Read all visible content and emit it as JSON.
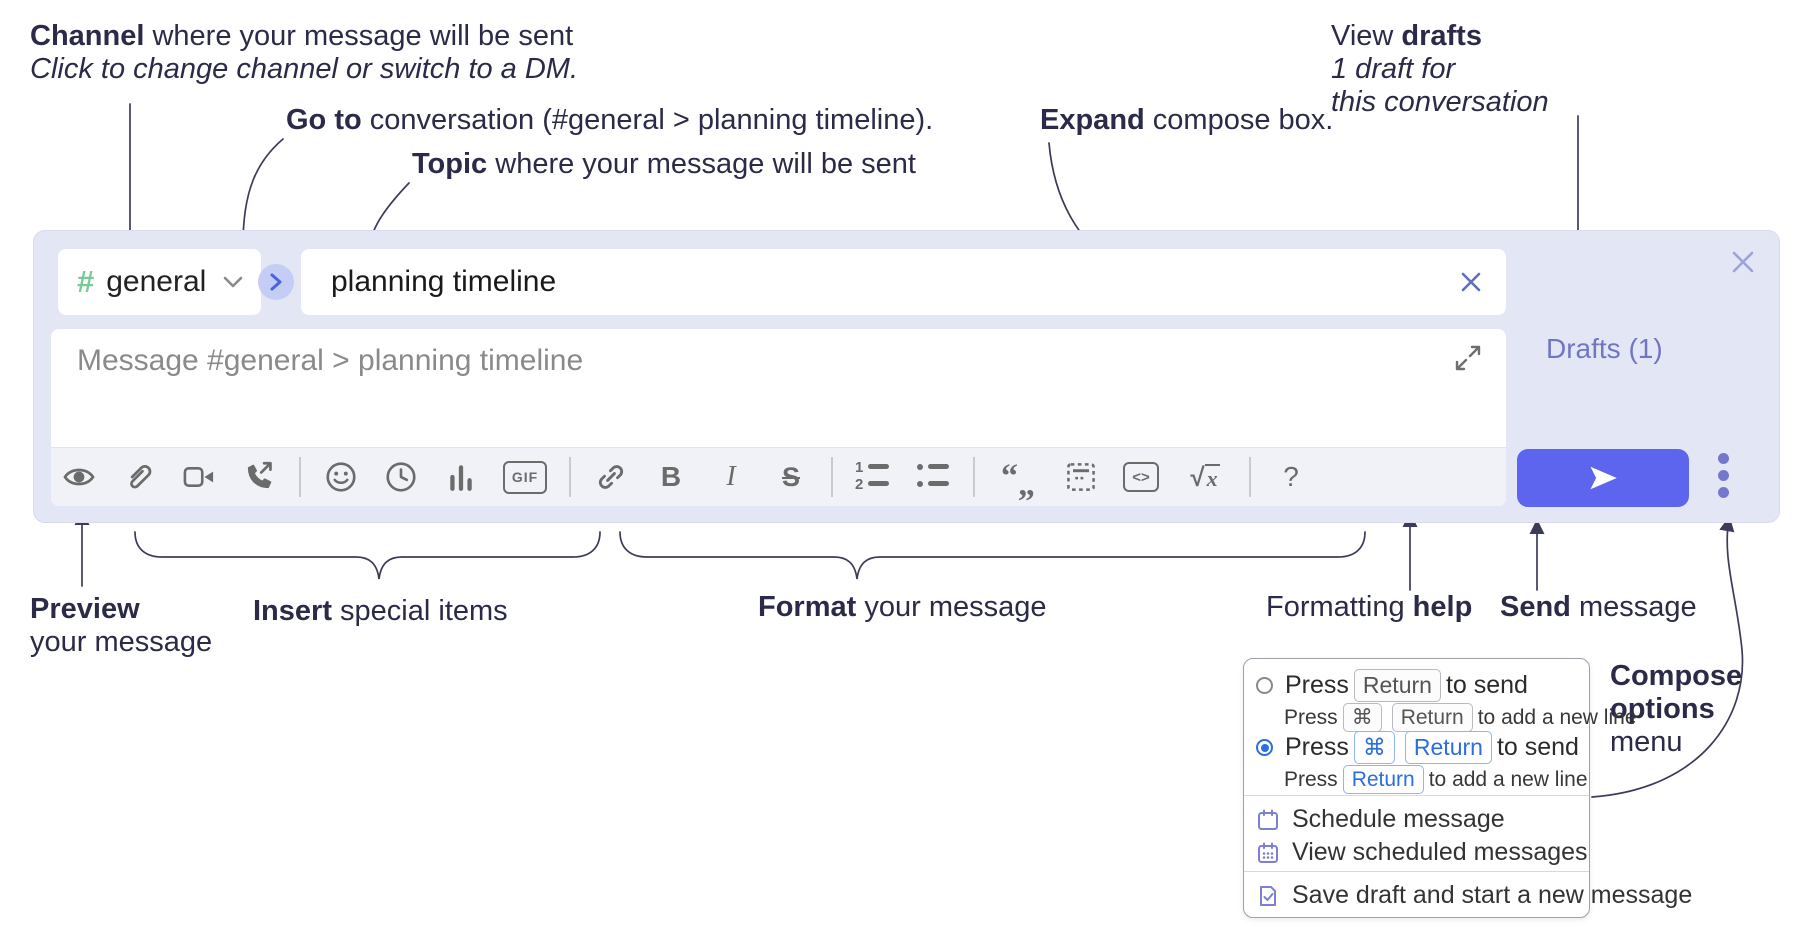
{
  "annotations": {
    "channel": {
      "bold": "Channel",
      "rest": " where your message will be sent",
      "sub": "Click to change channel or switch to a DM."
    },
    "goto": {
      "bold": "Go to",
      "rest": " conversation (#general > planning timeline)."
    },
    "topic": {
      "bold": "Topic",
      "rest": " where your message will be sent"
    },
    "expand": {
      "bold": "Expand",
      "rest": " compose box."
    },
    "drafts": {
      "pre": "View ",
      "bold": "drafts",
      "sub1": "1 draft for",
      "sub2": "this conversation"
    },
    "preview": {
      "bold": "Preview",
      "sub": "your message"
    },
    "insert": {
      "bold": "Insert",
      "rest": " special items"
    },
    "format": {
      "bold": "Format",
      "rest": " your message"
    },
    "help": {
      "pre": "Formatting ",
      "bold": "help"
    },
    "send": {
      "bold": "Send",
      "rest": " message"
    },
    "options": {
      "bold1": "Compose",
      "bold2": "options",
      "rest": "menu"
    }
  },
  "compose": {
    "channel_hash": "#",
    "channel_name": "general",
    "topic_value": "planning timeline",
    "message_placeholder": "Message #general > planning timeline",
    "drafts_link": "Drafts (1)",
    "toolbar": {
      "groups": "preview | attach, video-call, voice-call | emoji, time, poll, gif | link, bold, italic, strikethrough | numbered-list, bulleted-list | quote, spoiler, code, math | help",
      "gif": "GIF",
      "bold": "B",
      "italic": "I",
      "strike": "S",
      "code": "<>",
      "math_root": "√",
      "math_x": "x",
      "help": "?",
      "num1": "1",
      "num2": "2",
      "quote_open": "“",
      "quote_close": "„"
    },
    "colors": {
      "accent_send": "#5d64ed",
      "container": "#e3e6f4",
      "channel_green": "#79ca96",
      "drafts_link": "#7176c3"
    }
  },
  "popup": {
    "option1": {
      "press": "Press",
      "key_return": "Return",
      "rest": "to send",
      "sub_press": "Press",
      "sub_cmd": "⌘",
      "sub_return": "Return",
      "sub_rest": "to add a new line"
    },
    "option2": {
      "press": "Press",
      "key_cmd": "⌘",
      "key_return": "Return",
      "rest": "to send",
      "sub_press": "Press",
      "sub_return": "Return",
      "sub_rest": "to add a new line"
    },
    "items": [
      {
        "label": "Schedule message"
      },
      {
        "label": "View scheduled messages"
      },
      {
        "label": "Save draft and start a new message"
      }
    ]
  }
}
